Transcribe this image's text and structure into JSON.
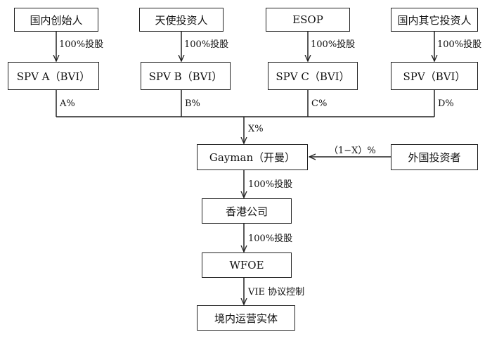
{
  "boxes": {
    "founder": "国内创始人",
    "angel": "天使投资人",
    "esop": "ESOP",
    "other_domestic": "国内其它投资人",
    "spv_a": "SPV  A（BVI）",
    "spv_b": "SPV  B（BVI）",
    "spv_c": "SPV  C（BVI）",
    "spv_d": "SPV（BVI）",
    "gayman": "Gayman（开曼）",
    "foreign_investor": "外国投资者",
    "hk_company": "香港公司",
    "wfoe": "WFOE",
    "domestic_entity": "境内运营实体"
  },
  "edge_labels": {
    "founder_to_spv_a": "100%投股",
    "angel_to_spv_b": "100%投股",
    "esop_to_spv_c": "100%投股",
    "other_to_spv_d": "100%投股",
    "spv_a_share": "A%",
    "spv_b_share": "B%",
    "spv_c_share": "C%",
    "spv_d_share": "D%",
    "bus_to_gayman": "X%",
    "foreign_to_gayman": "（1−X）%",
    "gayman_to_hk": "100%投股",
    "hk_to_wfoe": "100%投股",
    "wfoe_to_entity": "VIE 协议控制"
  }
}
